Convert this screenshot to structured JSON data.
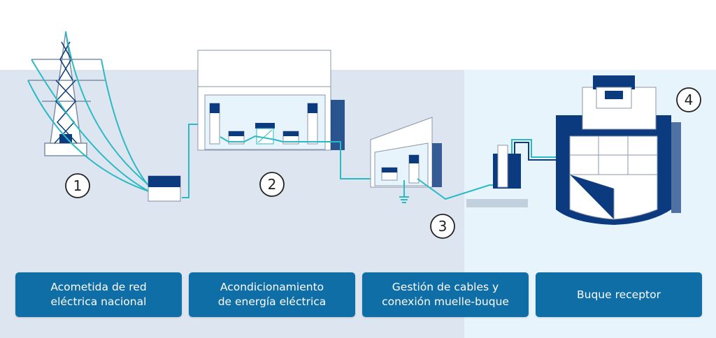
{
  "steps": [
    {
      "number": "1",
      "label": "Acometida de red\neléctrica nacional"
    },
    {
      "number": "2",
      "label": "Acondicionamiento\nde energía eléctrica"
    },
    {
      "number": "3",
      "label": "Gestión de cables y\nconexión muelle-buque"
    },
    {
      "number": "4",
      "label": "Buque receptor"
    }
  ],
  "colors": {
    "navy": "#0b3a7e",
    "cable": "#2bbac4",
    "button": "#0f6ea6",
    "land": "#dde6f0",
    "sea": "#e8f4fb"
  }
}
